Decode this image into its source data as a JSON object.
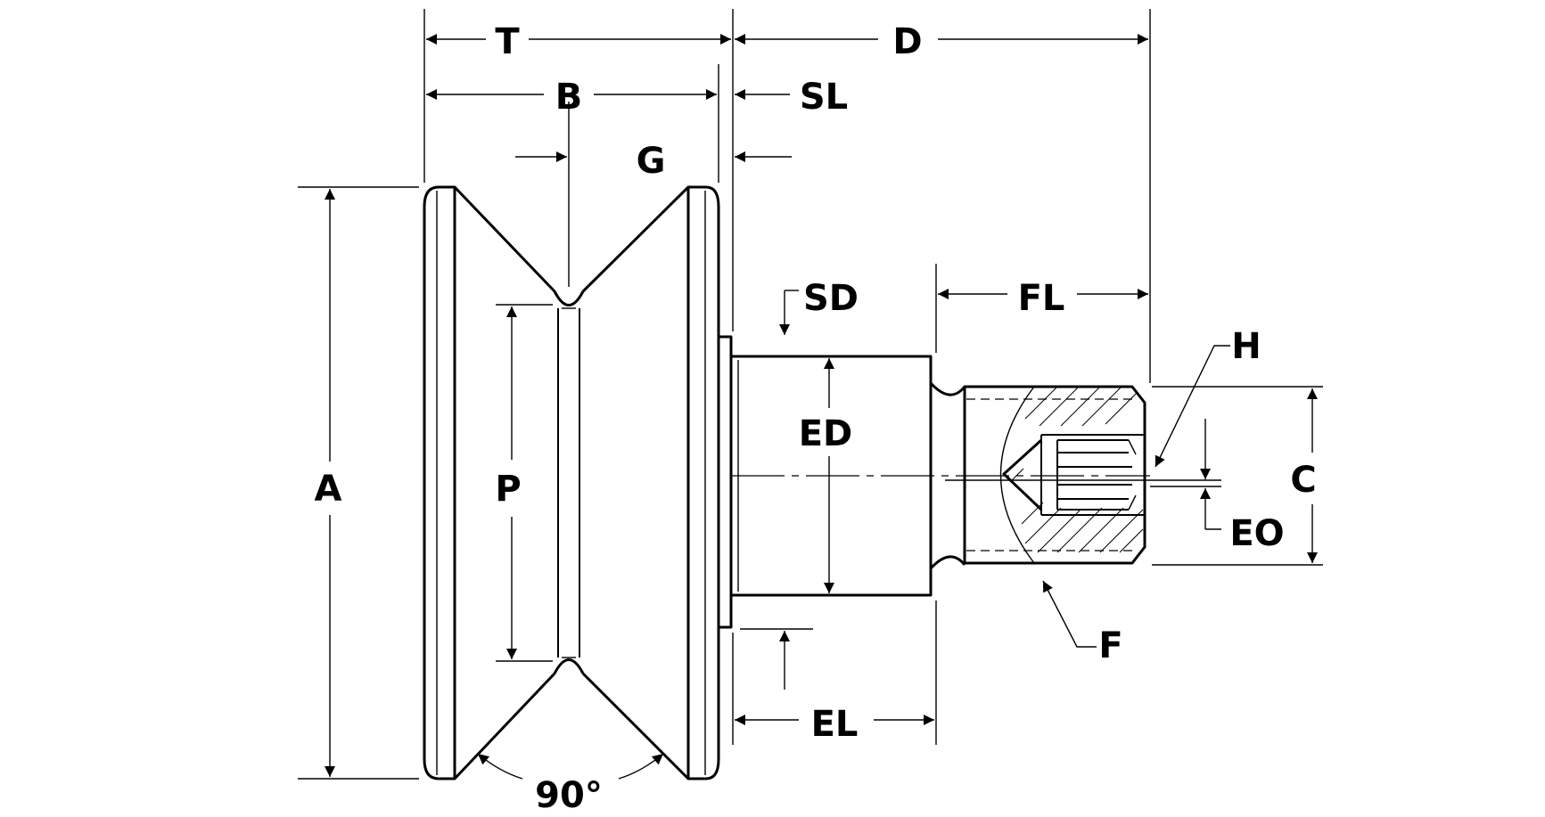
{
  "labels": {
    "T": "T",
    "D": "D",
    "B": "B",
    "SL": "SL",
    "G": "G",
    "SD": "SD",
    "FL": "FL",
    "H": "H",
    "A": "A",
    "P": "P",
    "ED": "ED",
    "C": "C",
    "EO": "EO",
    "F": "F",
    "EL": "EL",
    "angle": "90°"
  }
}
